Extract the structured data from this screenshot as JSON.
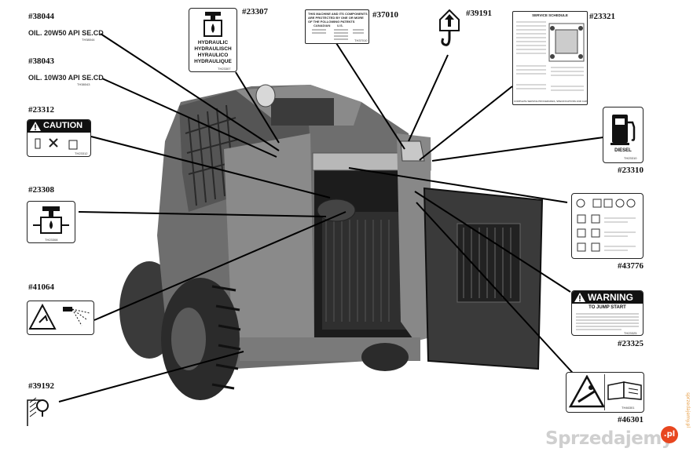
{
  "labels": {
    "p38044": "#38044",
    "p38043": "#38043",
    "p23312": "#23312",
    "p23308": "#23308",
    "p41064": "#41064",
    "p39192": "#39192",
    "p23307": "#23307",
    "p37010": "#37010",
    "p39191": "#39191",
    "p23321": "#23321",
    "p23310": "#23310",
    "p43776": "#43776",
    "p23325": "#23325",
    "p46301": "#46301"
  },
  "decals": {
    "oil1": "OIL. 20W50 API SE.CD",
    "oil1_code": "TH38044",
    "oil2": "OIL. 10W30 API SE.CD",
    "oil2_code": "TH38043",
    "caution": "CAUTION",
    "caution_code": "TH23312",
    "hyd_code": "TH23308",
    "hydraulic": [
      "HYDRAULIC",
      "HYDRAULISCH",
      "HYRAULICO",
      "HYDRAULIQUE"
    ],
    "hydraulic_code": "TH23307",
    "patent": [
      "THIS MACHINE AND ITS COMPONENTS",
      "ARE PROTECTED BY ONE OR MORE",
      "OF THE FOLLOWING PATENTS"
    ],
    "patent_country": "CANADIAN",
    "patent_us": "U.S.",
    "patent_code": "TH37010",
    "service_title": "SERVICE SCHEDULE",
    "service_footer": "COMPLETE SERVICE PROCEDURES, SPECIFICATIONS AND CAPACITIES",
    "diesel": "DIESEL",
    "diesel_code": "TH23310",
    "warning": "WARNING",
    "warning_sub": "TO JUMP START",
    "warning_code": "TH23325",
    "manual_code": "TH46301"
  },
  "watermark": "Sprzedajemy",
  "watermark_badge": ".pl",
  "side_text": "sprzedajemy.pl"
}
